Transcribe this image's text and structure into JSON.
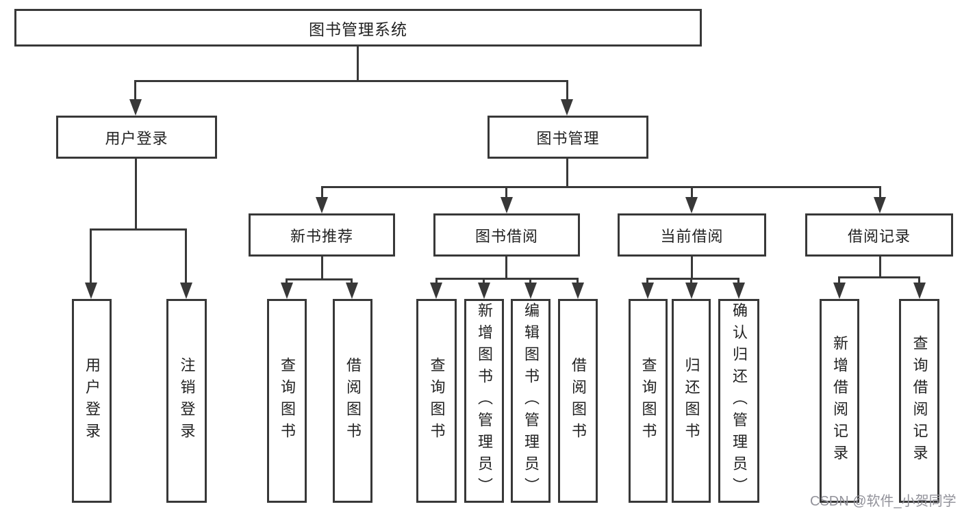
{
  "title": "图书管理系统",
  "colors": {
    "line": "#383838",
    "text": "#222222",
    "background": "#ffffff",
    "watermark": "#92929a"
  },
  "tree": {
    "root": {
      "label": "图书管理系统"
    },
    "branches": [
      {
        "label": "用户登录",
        "children": [
          {
            "label": "用户登录"
          },
          {
            "label": "注销登录"
          }
        ]
      },
      {
        "label": "图书管理",
        "children": [
          {
            "label": "新书推荐",
            "children": [
              {
                "label": "查询图书"
              },
              {
                "label": "借阅图书"
              }
            ]
          },
          {
            "label": "图书借阅",
            "children": [
              {
                "label": "查询图书"
              },
              {
                "label": "新增图书（管理员）"
              },
              {
                "label": "编辑图书（管理员）"
              },
              {
                "label": "借阅图书"
              }
            ]
          },
          {
            "label": "当前借阅",
            "children": [
              {
                "label": "查询图书"
              },
              {
                "label": "归还图书"
              },
              {
                "label": "确认归还（管理员）"
              }
            ]
          },
          {
            "label": "借阅记录",
            "children": [
              {
                "label": "新增借阅记录"
              },
              {
                "label": "查询借阅记录"
              }
            ]
          }
        ]
      }
    ]
  },
  "watermark": {
    "text": "CSDN @软件_小贺同学"
  }
}
